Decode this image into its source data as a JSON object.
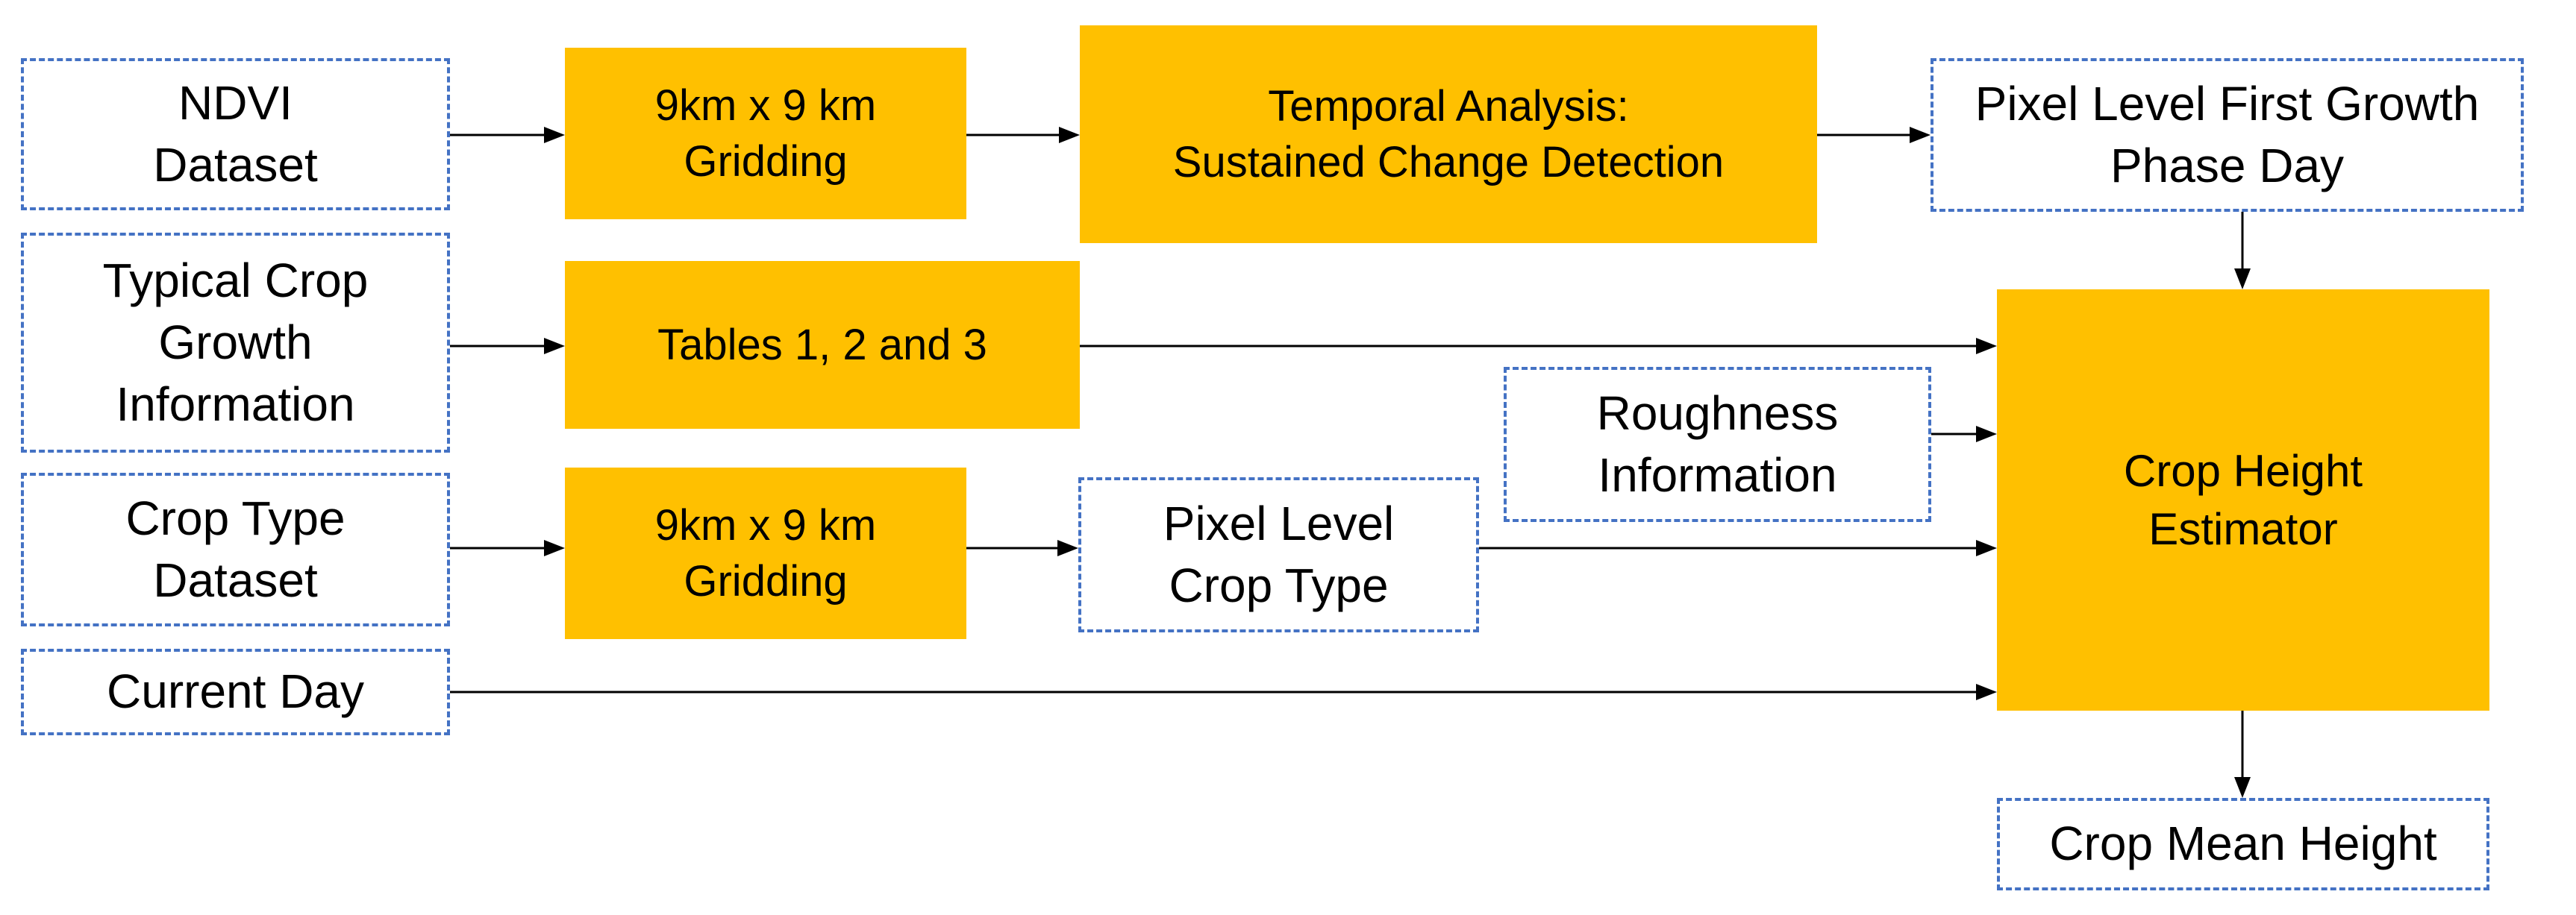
{
  "nodes": {
    "ndvi": "NDVI\nDataset",
    "typical": "Typical Crop\nGrowth\nInformation",
    "croptype": "Crop Type\nDataset",
    "currentday": "Current Day",
    "grid1": "9km x 9 km\nGridding",
    "tables": "Tables 1, 2 and 3",
    "grid2": "9km x 9 km\nGridding",
    "temporal": "Temporal Analysis:\nSustained Change Detection",
    "pixelcrop": "Pixel Level\nCrop Type",
    "roughness": "Roughness\nInformation",
    "firstgrowth": "Pixel Level First Growth\nPhase Day",
    "estimator": "Crop Height\nEstimator",
    "meanheight": "Crop Mean Height"
  },
  "colors": {
    "process_fill": "#ffc000",
    "input_border": "#4472c4",
    "arrow": "#000000"
  }
}
